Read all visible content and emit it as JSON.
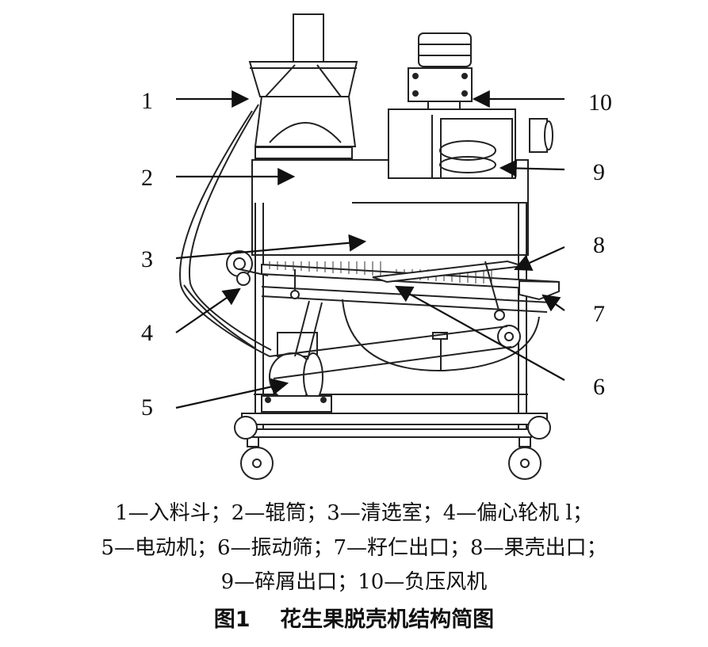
{
  "labels": {
    "n1": "1",
    "n2": "2",
    "n3": "3",
    "n4": "4",
    "n5": "5",
    "n6": "6",
    "n7": "7",
    "n8": "8",
    "n9": "9",
    "n10": "10"
  },
  "legend": {
    "line1": "1—入料斗；2—辊筒；3—清选室；4—偏心轮机 l；",
    "line2": "5—电动机；6—振动筛；7—籽仁出口；8—果壳出口；",
    "line3": "9—碎屑出口；10—负压风机"
  },
  "caption": "图1    花生果脱壳机结构简图"
}
